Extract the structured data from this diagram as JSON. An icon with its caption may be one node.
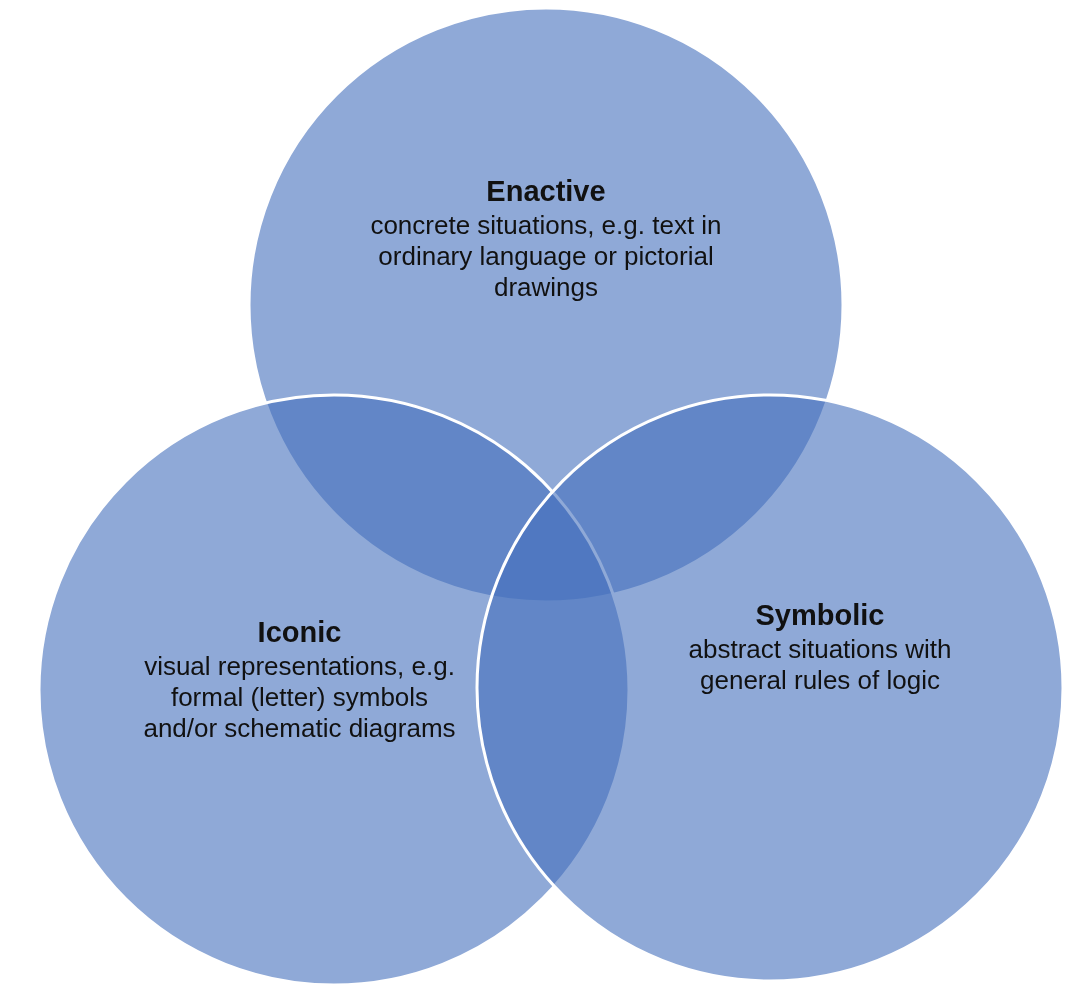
{
  "diagram": {
    "nodes": [
      {
        "text": [
          "Enactive",
          "concrete situations, e.g. text in ordinary language or pictorial drawings"
        ]
      },
      {
        "text": [
          "Iconic",
          "visual representations, e.g. formal (letter) symbols and/or schematic diagrams"
        ]
      },
      {
        "text": [
          "Symbolic",
          "abstract situations with general rules of logic"
        ]
      }
    ]
  }
}
